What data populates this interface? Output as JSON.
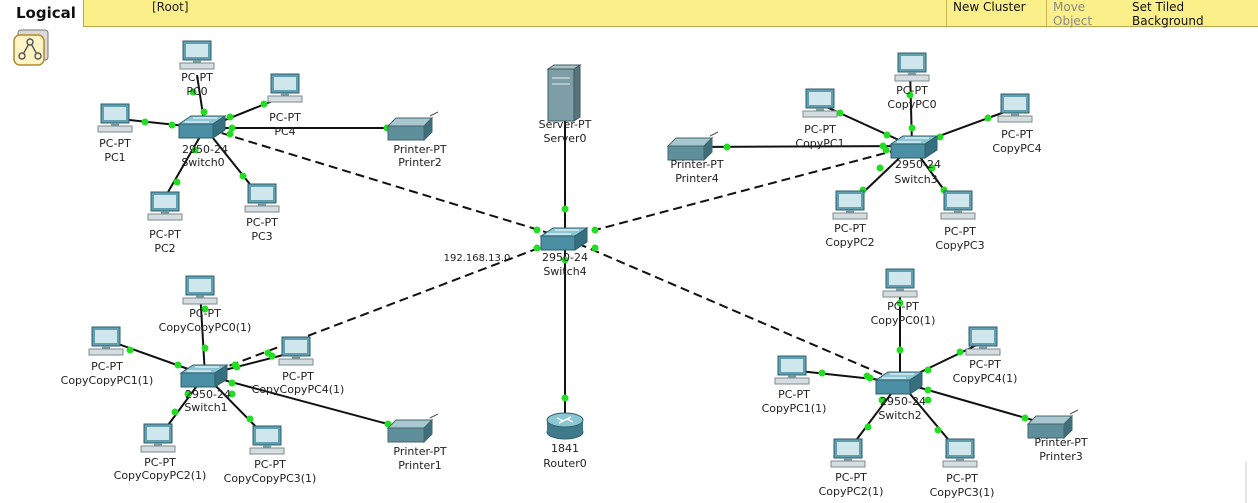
{
  "toolbar": {
    "tab": "Logical",
    "path": "[Root]",
    "new_cluster": "New Cluster",
    "move_object": "Move Object",
    "set_tiled_background": "Set Tiled Background"
  },
  "devices": {
    "pc0": {
      "model": "PC-PT",
      "name": "PC0"
    },
    "pc1": {
      "model": "PC-PT",
      "name": "PC1"
    },
    "pc2": {
      "model": "PC-PT",
      "name": "PC2"
    },
    "pc3": {
      "model": "PC-PT",
      "name": "PC3"
    },
    "pc4": {
      "model": "PC-PT",
      "name": "PC4"
    },
    "switch0": {
      "model": "2950-24",
      "name": "Switch0"
    },
    "printer2": {
      "model": "Printer-PT",
      "name": "Printer2"
    },
    "server0": {
      "model": "Server-PT",
      "name": "Server0"
    },
    "switch4": {
      "model": "2950-24",
      "name": "Switch4",
      "ip": "192.168.13.0"
    },
    "router0": {
      "model": "1841",
      "name": "Router0"
    },
    "printer4": {
      "model": "Printer-PT",
      "name": "Printer4"
    },
    "copypc0": {
      "model": "PC-PT",
      "name": "CopyPC0"
    },
    "copypc1": {
      "model": "PC-PT",
      "name": "CopyPC1"
    },
    "copypc2": {
      "model": "PC-PT",
      "name": "CopyPC2"
    },
    "copypc3": {
      "model": "PC-PT",
      "name": "CopyPC3"
    },
    "copypc4": {
      "model": "PC-PT",
      "name": "CopyPC4"
    },
    "switch3": {
      "model": "2950-24",
      "name": "Switch3"
    },
    "ccpc0": {
      "model": "PC-PT",
      "name": "CopyCopyPC0(1)"
    },
    "ccpc1": {
      "model": "PC-PT",
      "name": "CopyCopyPC1(1)"
    },
    "ccpc2": {
      "model": "PC-PT",
      "name": "CopyCopyPC2(1)"
    },
    "ccpc3": {
      "model": "PC-PT",
      "name": "CopyCopyPC3(1)"
    },
    "ccpc4": {
      "model": "PC-PT",
      "name": "CopyCopyPC4(1)"
    },
    "switch1": {
      "model": "2950-24",
      "name": "Switch1"
    },
    "printer1": {
      "model": "Printer-PT",
      "name": "Printer1"
    },
    "cpc0b": {
      "model": "PC-PT",
      "name": "CopyPC0(1)"
    },
    "cpc1b": {
      "model": "PC-PT",
      "name": "CopyPC1(1)"
    },
    "cpc2b": {
      "model": "PC-PT",
      "name": "CopyPC2(1)"
    },
    "cpc3b": {
      "model": "PC-PT",
      "name": "CopyPC3(1)"
    },
    "cpc4b": {
      "model": "PC-PT",
      "name": "CopyPC4(1)"
    },
    "switch2": {
      "model": "2950-24",
      "name": "Switch2"
    },
    "printer3": {
      "model": "Printer-PT",
      "name": "Printer3"
    }
  },
  "colors": {
    "link_up": "#22dd22",
    "toolbar_bg": "#fbef8a",
    "device_teal": "#4a8fa3"
  }
}
